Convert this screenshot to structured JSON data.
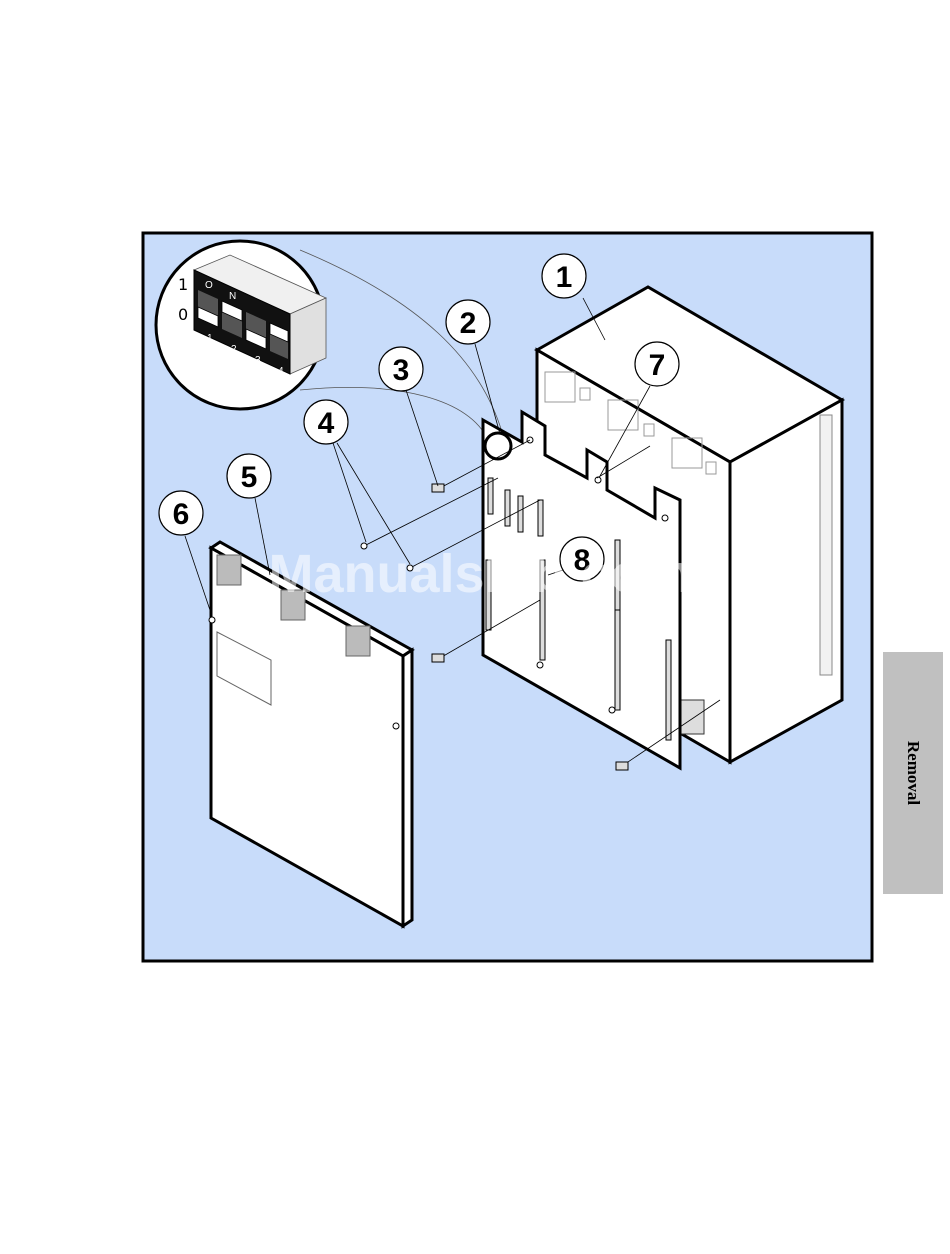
{
  "side_tab": {
    "label": "Removal"
  },
  "watermark": "ManualsLib.com",
  "callouts": {
    "c1": "1",
    "c2": "2",
    "c3": "3",
    "c4": "4",
    "c5": "5",
    "c6": "6",
    "c7": "7",
    "c8": "8"
  },
  "dip_switch": {
    "on_label_o": "O",
    "on_label_n": "N",
    "side_top": "1",
    "side_bottom": "0",
    "positions": [
      "1",
      "2",
      "3",
      "4"
    ]
  },
  "colors": {
    "panel_background": "#c8dcfa",
    "outline": "#000000",
    "tab_background": "#c0c0c0"
  }
}
